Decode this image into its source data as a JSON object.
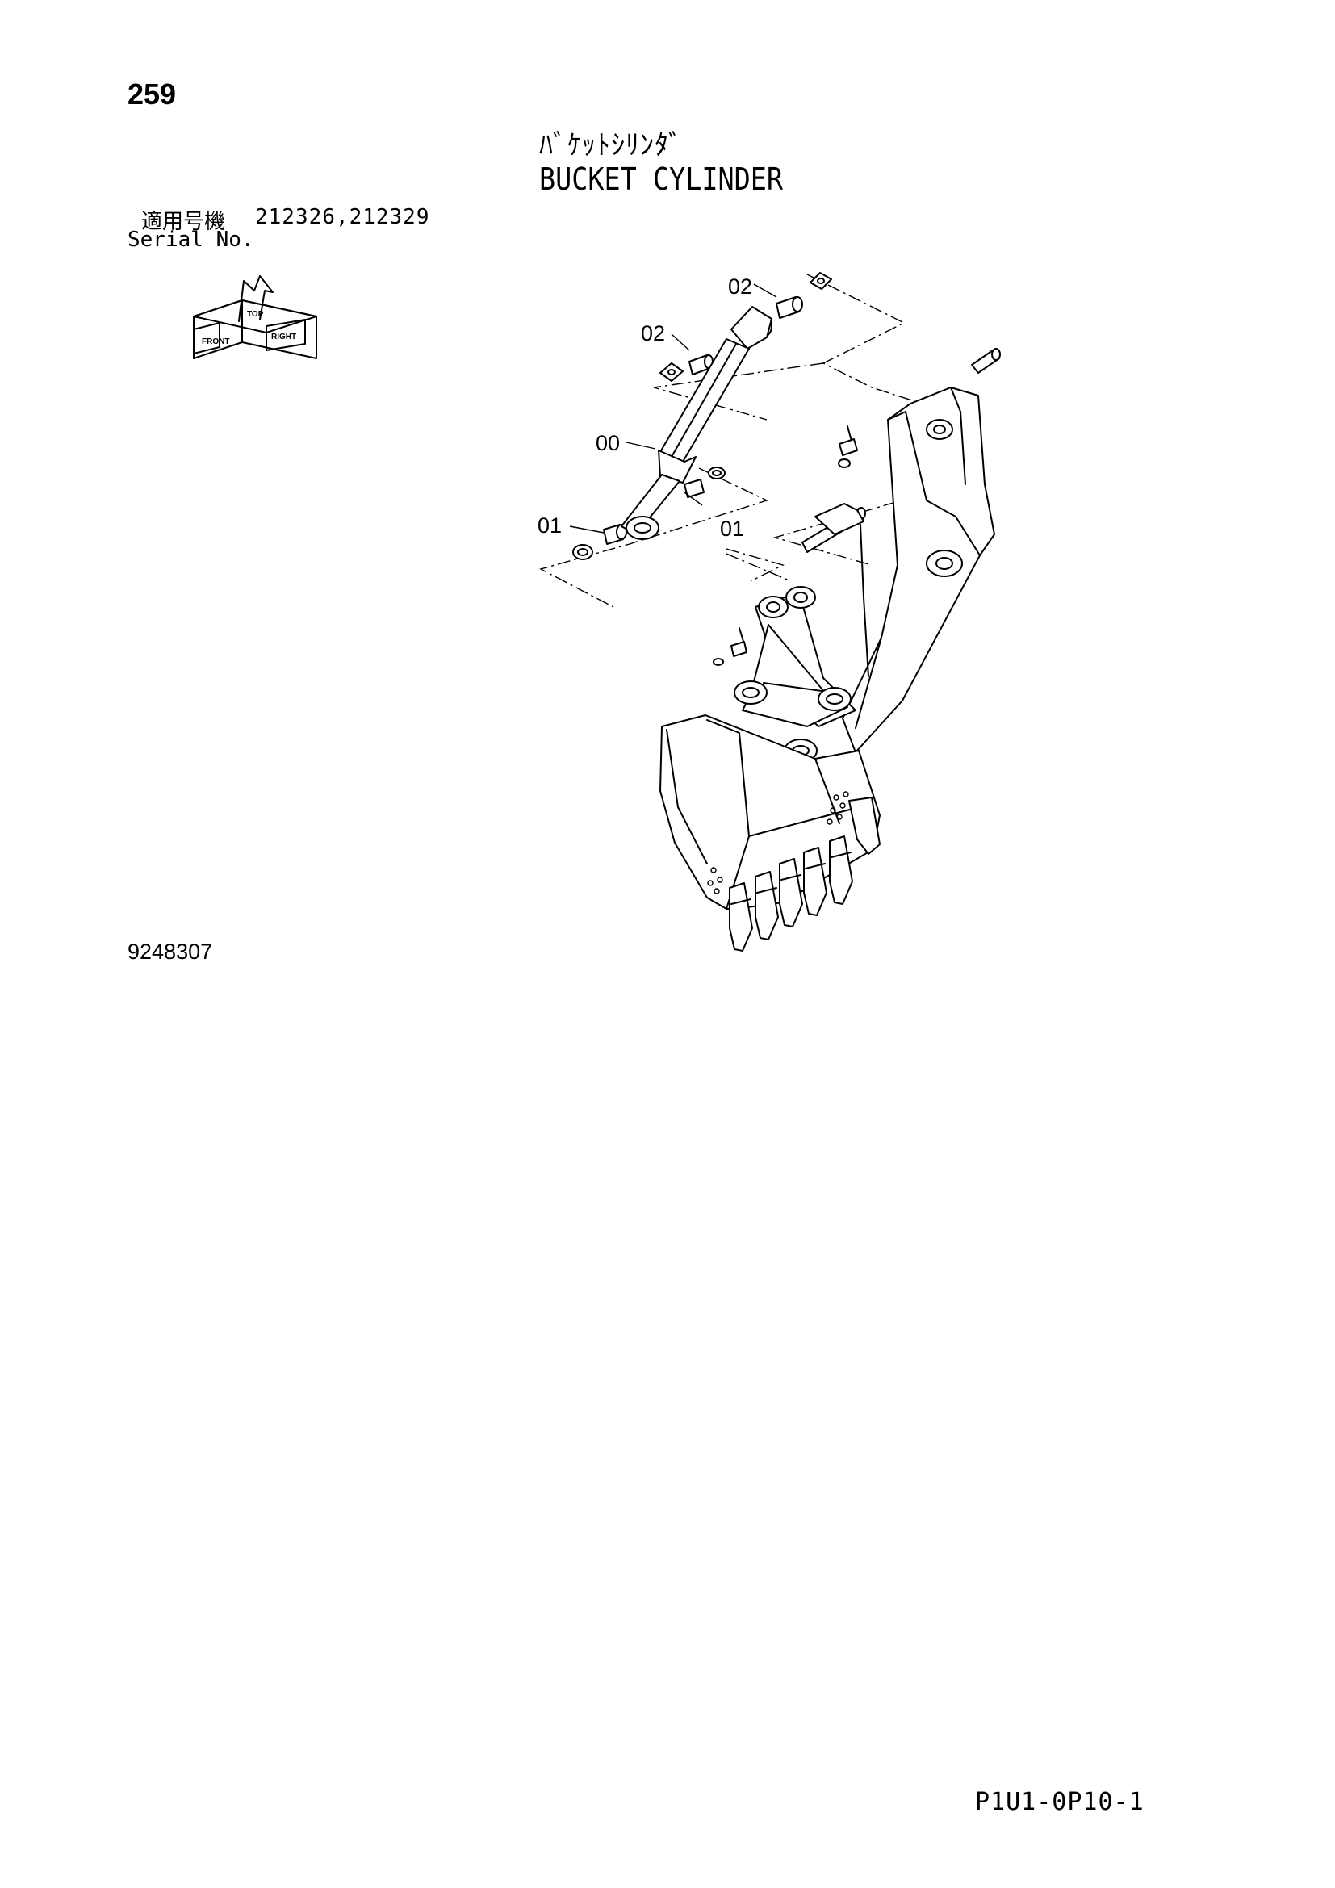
{
  "header": {
    "page_number": "259",
    "title_jp": "ﾊﾞｹｯﾄｼﾘﾝﾀﾞ",
    "title_en": "BUCKET CYLINDER",
    "serial_label_jp": "適用号機",
    "serial_label_en": "Serial No.",
    "serial_numbers": "212326,212329"
  },
  "orientation_icon": {
    "icon": "orientation-cube-icon",
    "labels": [
      "FRONT",
      "TOP",
      "RIGHT"
    ]
  },
  "callouts": [
    {
      "id": "callout-02-top",
      "label": "02"
    },
    {
      "id": "callout-02-left",
      "label": "02"
    },
    {
      "id": "callout-00",
      "label": "00"
    },
    {
      "id": "callout-01-left",
      "label": "01"
    },
    {
      "id": "callout-01-right",
      "label": "01"
    }
  ],
  "footer": {
    "drawing_number": "9248307",
    "page_code": "P1U1-0P10-1"
  }
}
